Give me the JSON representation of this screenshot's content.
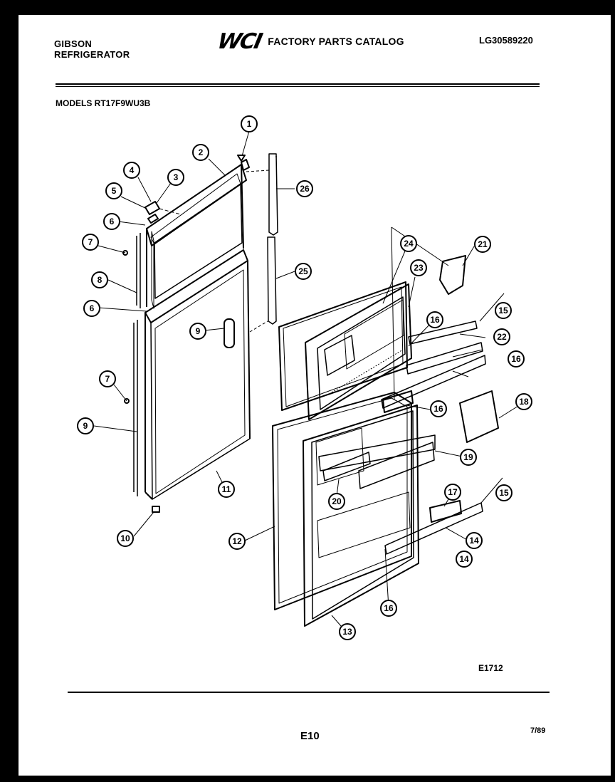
{
  "header": {
    "brand_line1": "GIBSON",
    "brand_line2": "REFRIGERATOR",
    "logo": "WCI",
    "catalog_title": "FACTORY PARTS CATALOG",
    "doc_number": "LG30589220",
    "models": "MODELS RT17F9WU3B"
  },
  "footer": {
    "diagram_code": "E1712",
    "page": "E10",
    "date": "7/89"
  },
  "callouts": [
    "1",
    "2",
    "3",
    "4",
    "5",
    "6",
    "6",
    "7",
    "7",
    "8",
    "9",
    "9",
    "10",
    "11",
    "12",
    "13",
    "14",
    "14",
    "15",
    "15",
    "16",
    "16",
    "16",
    "16",
    "17",
    "18",
    "19",
    "20",
    "21",
    "22",
    "23",
    "24",
    "25",
    "26"
  ]
}
